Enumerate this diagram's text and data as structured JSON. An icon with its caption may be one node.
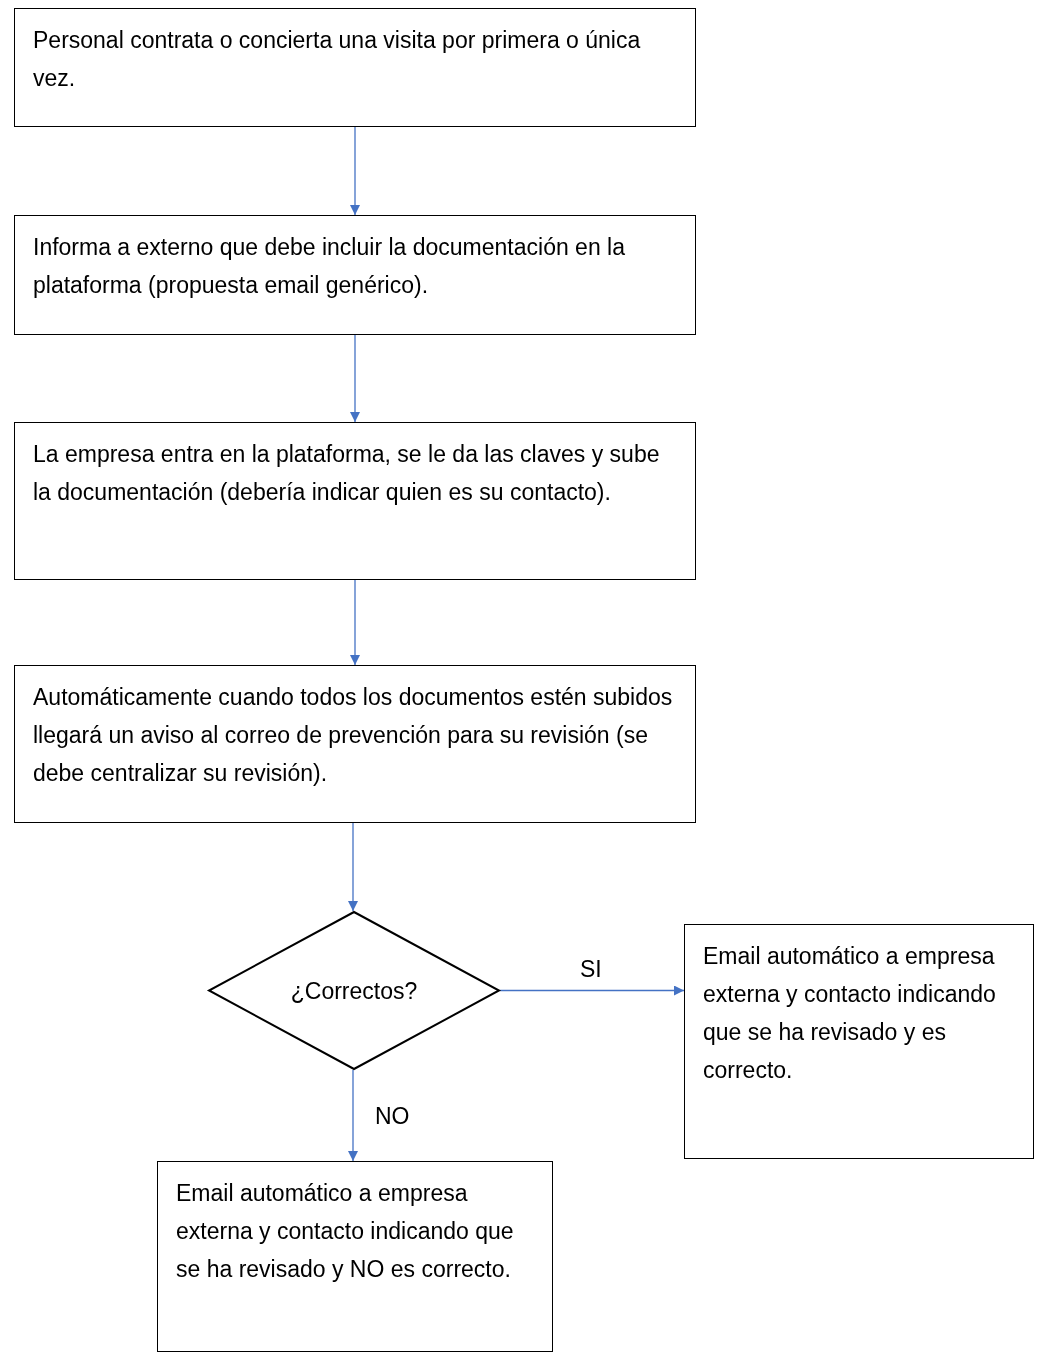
{
  "diagram": {
    "nodes": [
      {
        "text": [
          "Personal contrata o concierta una visita por primera o única vez."
        ]
      },
      {
        "text": [
          "Informa a externo que debe incluir la documentación en la plataforma (propuesta email genérico)."
        ]
      },
      {
        "text": [
          "La empresa entra en la plataforma, se le da las claves y sube la documentación (debería indicar quien es su contacto)."
        ]
      },
      {
        "text": [
          "Automáticamente cuando todos los documentos estén subidos llegará un aviso al correo de prevención para su revisión (se debe centralizar su revisión)."
        ]
      },
      {
        "text": [
          "¿Correctos?"
        ]
      },
      {
        "text": [
          "Email automático a empresa externa y contacto indicando que se ha revisado y es correcto."
        ]
      },
      {
        "text": [
          "Email automático a empresa externa y contacto indicando que se ha revisado y NO es correcto."
        ]
      }
    ],
    "edges": [
      {
        "from": 0,
        "to": 1,
        "arrow": "to"
      },
      {
        "from": 1,
        "to": 2,
        "arrow": "to"
      },
      {
        "from": 2,
        "to": 3,
        "arrow": "to"
      },
      {
        "from": 3,
        "to": 4,
        "arrow": "to"
      },
      {
        "from": 4,
        "to": 5,
        "arrow": "to",
        "label": "SI"
      },
      {
        "from": 4,
        "to": 6,
        "arrow": "to",
        "label": "NO"
      }
    ]
  }
}
